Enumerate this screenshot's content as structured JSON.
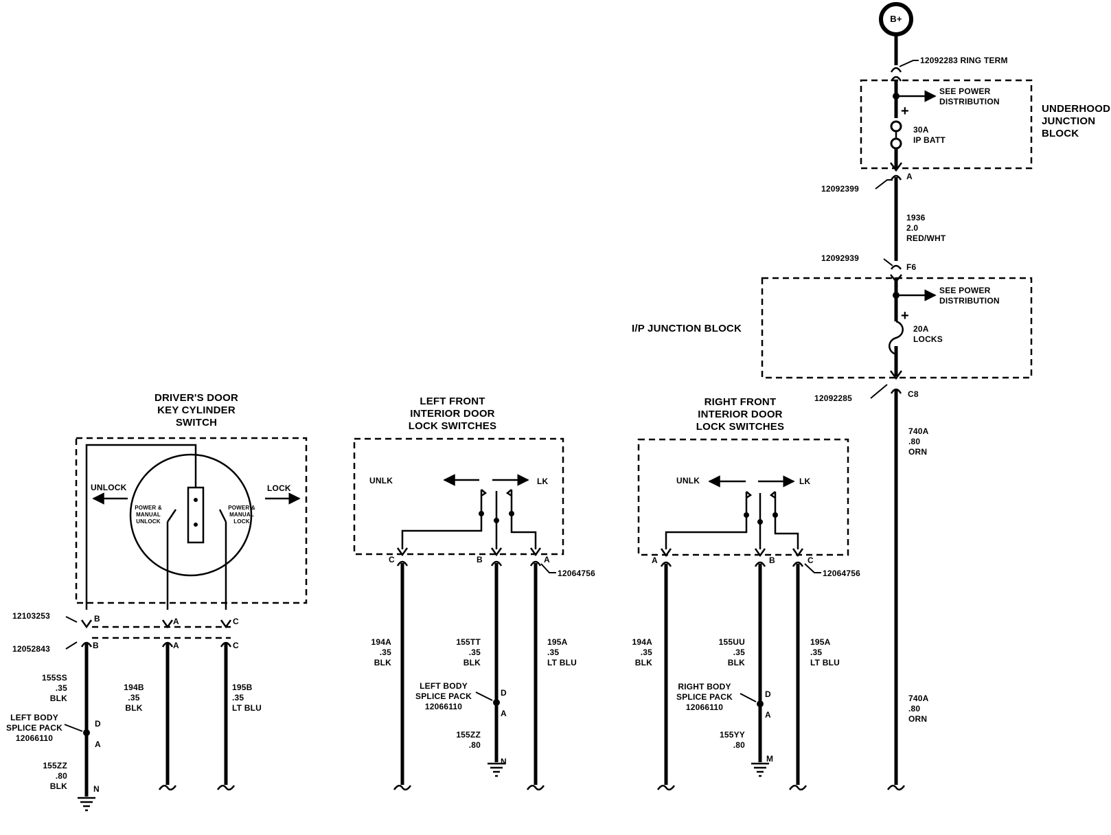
{
  "power": {
    "battery": "B+",
    "ring_term": "12092283 RING TERM",
    "underhood": {
      "block_name": "UNDERHOOD\nJUNCTION\nBLOCK",
      "see_power": "SEE POWER\nDISTRIBUTION",
      "plus": "+",
      "fuse": "30A\nIP BATT"
    },
    "conn_a_part": "12092399",
    "conn_a_pin": "A",
    "wire_1936": "1936\n2.0\nRED/WHT",
    "conn_f6_part": "12092939",
    "conn_f6_pin": "F6",
    "ip_block": {
      "block_name": "I/P JUNCTION BLOCK",
      "see_power": "SEE POWER\nDISTRIBUTION",
      "plus": "+",
      "fuse": "20A\nLOCKS"
    },
    "conn_c8_part": "12092285",
    "conn_c8_pin": "C8",
    "wire_740a_upper": "740A\n.80\nORN",
    "wire_740a_lower": "740A\n.80\nORN"
  },
  "drivers_switch": {
    "title": "DRIVER'S DOOR\nKEY CYLINDER\nSWITCH",
    "unlock": "UNLOCK",
    "lock": "LOCK",
    "unlock_contact": "POWER &\nMANUAL\nUNLOCK",
    "lock_contact": "POWER &\nMANUAL\nLOCK",
    "conn_upper_part": "12103253",
    "conn_lower_part": "12052843",
    "pin_b": "B",
    "pin_a": "A",
    "pin_c": "C",
    "pin_b2": "B",
    "pin_a2": "A",
    "pin_c2": "C",
    "wire_155ss": "155SS\n.35\nBLK",
    "splice": "LEFT BODY\nSPLICE PACK\n12066110",
    "splice_pin_d": "D",
    "splice_pin_a": "A",
    "wire_155zz": "155ZZ\n.80\nBLK",
    "ground_pin": "N",
    "wire_194b": "194B\n.35\nBLK",
    "wire_195b": "195B\n.35\nLT BLU"
  },
  "left_front": {
    "title": "LEFT FRONT\nINTERIOR DOOR\nLOCK SWITCHES",
    "unlk": "UNLK",
    "lk": "LK",
    "pin_c": "C",
    "pin_b": "B",
    "pin_a": "A",
    "conn_part": "12064756",
    "wire_194a": "194A\n.35\nBLK",
    "wire_155tt": "155TT\n.35\nBLK",
    "wire_195a": "195A\n.35\nLT BLU",
    "splice": "LEFT BODY\nSPLICE PACK\n12066110",
    "splice_pin_d": "D",
    "splice_pin_a": "A",
    "wire_155zz": "155ZZ\n.80",
    "ground_pin": "N"
  },
  "right_front": {
    "title": "RIGHT FRONT\nINTERIOR DOOR\nLOCK SWITCHES",
    "unlk": "UNLK",
    "lk": "LK",
    "pin_a": "A",
    "pin_b": "B",
    "pin_c": "C",
    "conn_part": "12064756",
    "wire_194a": "194A\n.35\nBLK",
    "wire_155uu": "155UU\n.35\nBLK",
    "wire_195a": "195A\n.35\nLT BLU",
    "splice": "RIGHT BODY\nSPLICE PACK\n12066110",
    "splice_pin_d": "D",
    "splice_pin_a": "A",
    "wire_155yy": "155YY\n.80",
    "ground_pin": "M"
  }
}
